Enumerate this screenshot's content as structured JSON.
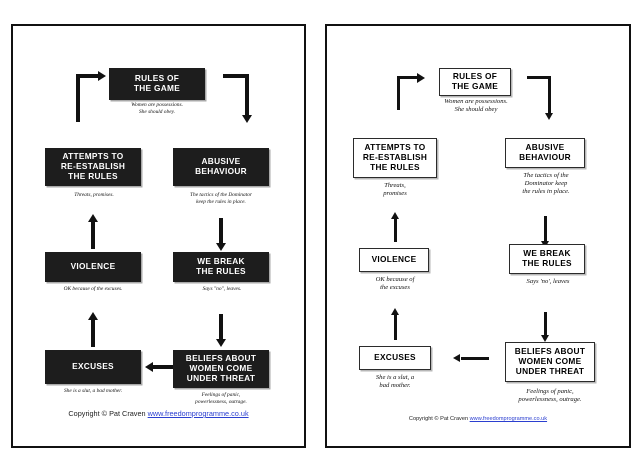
{
  "panels": [
    {
      "title": "Black Box, White Text",
      "style": "dark",
      "nodes": {
        "rules": "RULES OF\nTHE GAME",
        "attempts": "ATTEMPTS TO\nRE-ESTABLISH\nTHE RULES",
        "abusive": "ABUSIVE\nBEHAVIOUR",
        "violence": "VIOLENCE",
        "webreak": "WE BREAK\nTHE RULES",
        "excuses": "EXCUSES",
        "beliefs": "BELIEFS ABOUT\nWOMEN COME\nUNDER THREAT"
      },
      "captions": {
        "rules": "Women are possessions.\nShe should obey.",
        "attempts": "Threats, promises.",
        "abusive": "The tactics of the Dominator\nkeep the rules in place.",
        "violence": "OK because of the excuses.",
        "webreak": "Says \"no\", leaves.",
        "excuses": "She is a slut, a bad mother.",
        "beliefs": "Feelings of panic,\npowerlessness, outrage."
      },
      "footer": {
        "copyright": "Copyright © Pat Craven",
        "link": "www.freedomprogramme.co.uk"
      }
    },
    {
      "title": "White Box, Black Text",
      "style": "light",
      "nodes": {
        "rules": "RULES OF\nTHE GAME",
        "attempts": "ATTEMPTS TO\nRE-ESTABLISH\nTHE RULES",
        "abusive": "ABUSIVE\nBEHAVIOUR",
        "violence": "VIOLENCE",
        "webreak": "WE BREAK\nTHE RULES",
        "excuses": "EXCUSES",
        "beliefs": "BELIEFS ABOUT\nWOMEN COME\nUNDER THREAT"
      },
      "captions": {
        "rules": "Women are possessions.\nShe should obey",
        "attempts": "Threats,\npromises",
        "abusive": "The tactics of the\nDominator keep\nthe rules in place.",
        "violence": "OK because of\nthe excuses",
        "webreak": "Says 'no', leaves",
        "excuses": "She is a slut, a\nbad mother.",
        "beliefs": "Feelings of panic,\npowerlessness, outrage."
      },
      "footer": {
        "copyright": "Copyright © Pat Craven",
        "link": "www.freedomprogramme.co.uk"
      }
    }
  ],
  "colors": {
    "dark_box": "#1d1d1d",
    "dark_box_text": "#ffffff",
    "light_box_border": "#2b2b2b",
    "light_box_text": "#000000",
    "arrow": "#111111",
    "link": "#2b3fd0",
    "page_border": "#111111",
    "background": "#ffffff"
  }
}
